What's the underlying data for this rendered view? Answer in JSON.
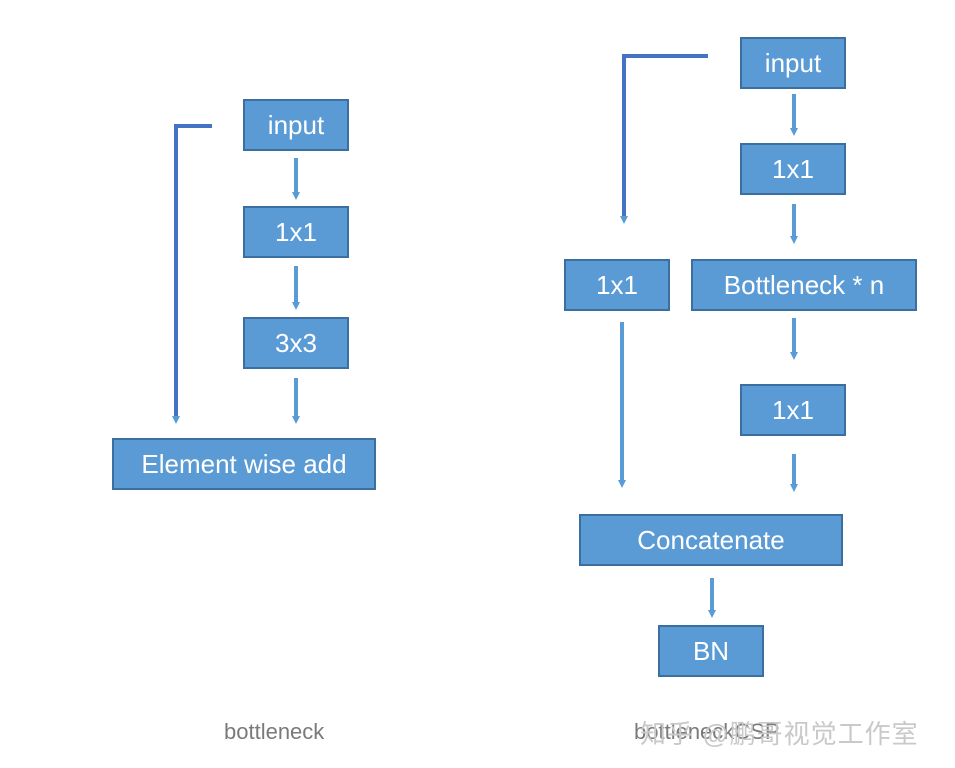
{
  "left_diagram": {
    "input": "input",
    "conv1": "1x1",
    "conv3": "3x3",
    "add": "Element wise add",
    "caption": "bottleneck"
  },
  "right_diagram": {
    "input": "input",
    "conv1_top": "1x1",
    "conv1_side": "1x1",
    "bottleneck_n": "Bottleneck * n",
    "conv1_bottom": "1x1",
    "concat": "Concatenate",
    "bn": "BN",
    "caption": "bottleneckCSP"
  },
  "watermark": "知乎 @鹏哥视觉工作室",
  "colors": {
    "box_fill": "#5b9bd5",
    "box_border": "#3a6f9f",
    "arrow": "#5b9bd5",
    "skip_line": "#4472c4"
  }
}
